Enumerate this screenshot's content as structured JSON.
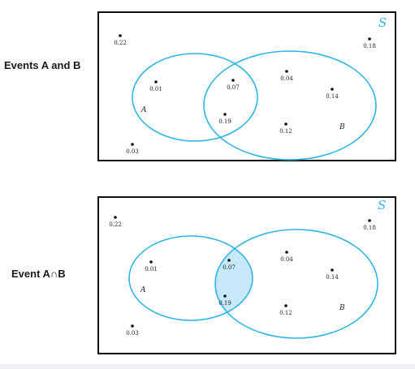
{
  "colors": {
    "circle": "#2fb4e6",
    "highlight": "#c6e8f8",
    "frame": "#111111",
    "point": "#111111"
  },
  "headings": {
    "top": "Events A and B",
    "bottom": "Event A∩B"
  },
  "diagrams": [
    {
      "id": "top",
      "highlight_intersection": false,
      "labels": {
        "sample_space": "S",
        "set_a": "A",
        "set_b": "B"
      },
      "points": [
        {
          "id": "p022",
          "label": "0.22",
          "region": "outside"
        },
        {
          "id": "p018",
          "label": "0.18",
          "region": "outside"
        },
        {
          "id": "p001",
          "label": "0.01",
          "region": "A only"
        },
        {
          "id": "p007",
          "label": "0.07",
          "region": "A and B"
        },
        {
          "id": "p019",
          "label": "0.19",
          "region": "A and B"
        },
        {
          "id": "p004",
          "label": "0.04",
          "region": "B only"
        },
        {
          "id": "p014",
          "label": "0.14",
          "region": "B only"
        },
        {
          "id": "p012",
          "label": "0.12",
          "region": "B only"
        },
        {
          "id": "p003",
          "label": "0.03",
          "region": "outside"
        }
      ]
    },
    {
      "id": "bottom",
      "highlight_intersection": true,
      "labels": {
        "sample_space": "S",
        "set_a": "A",
        "set_b": "B"
      },
      "points": [
        {
          "id": "p022",
          "label": "0.22",
          "region": "outside"
        },
        {
          "id": "p018",
          "label": "0.18",
          "region": "outside"
        },
        {
          "id": "p001",
          "label": "0.01",
          "region": "A only"
        },
        {
          "id": "p007",
          "label": "0.07",
          "region": "A and B"
        },
        {
          "id": "p019",
          "label": "0.19",
          "region": "A and B"
        },
        {
          "id": "p004",
          "label": "0.04",
          "region": "B only"
        },
        {
          "id": "p014",
          "label": "0.14",
          "region": "B only"
        },
        {
          "id": "p012",
          "label": "0.12",
          "region": "B only"
        },
        {
          "id": "p003",
          "label": "0.03",
          "region": "outside"
        }
      ]
    }
  ]
}
